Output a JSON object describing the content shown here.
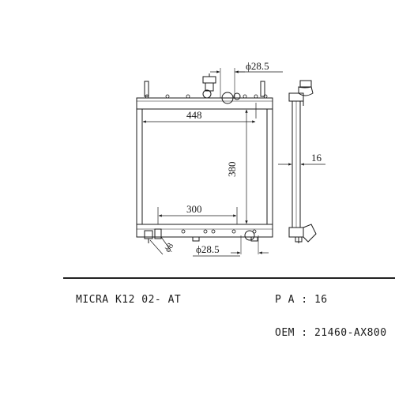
{
  "drawing": {
    "front_view": {
      "width_dim": "448",
      "height_dim": "380",
      "core_dim": "300",
      "top_pipe_dim": "ϕ28.5",
      "bottom_pipe_dim": "ϕ28.5",
      "drain_dim": "ϕ8"
    },
    "side_view": {
      "thickness_dim": "16"
    }
  },
  "info": {
    "model": "MICRA K12 02- AT",
    "pa_label": "P A :",
    "pa_value": "16",
    "oem_label": "OEM :",
    "oem_value": "21460-AX800"
  },
  "colors": {
    "line": "#1a1a1a",
    "background": "#ffffff"
  }
}
